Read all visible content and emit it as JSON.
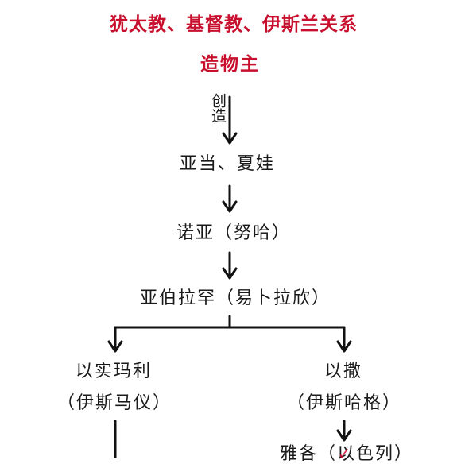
{
  "diagram": {
    "title": "犹太教、基督教、伊斯兰关系",
    "root": "造物主",
    "edge_label": "创造",
    "nodes": {
      "adam_eve": "亚当、夏娃",
      "noah": "诺亚（努哈）",
      "abraham": "亚伯拉罕（易卜拉欣）",
      "ishmael": "以实玛利",
      "ishmael_alt": "（伊斯马仪）",
      "isaac": "以撒",
      "isaac_alt": "（伊斯哈格）",
      "jacob": "雅各（以色列）"
    }
  },
  "colors": {
    "title": "#c8102e",
    "lines": "#111111",
    "text": "#1a1a1a"
  }
}
